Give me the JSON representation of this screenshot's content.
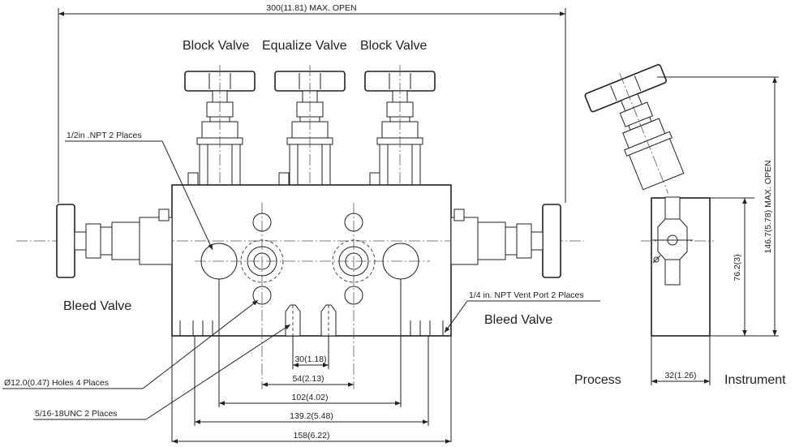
{
  "labels": {
    "block_valve_left": "Block Valve",
    "equalize_valve": "Equalize Valve",
    "block_valve_right": "Block Valve",
    "bleed_valve_left": "Bleed Valve",
    "bleed_valve_right": "Bleed Valve",
    "process": "Process",
    "instrument": "Instrument"
  },
  "callouts": {
    "npt_half": "1/2in .NPT 2 Places",
    "vent_port": "1/4 in. NPT Vent Port 2 Places",
    "holes": "Ø12.0(0.47) Holes 4 Places",
    "unc": "5/16-18UNC 2 Places"
  },
  "dimensions": {
    "max_open_width": "300(11.81) MAX. OPEN",
    "d30": "30(1.18)",
    "d54": "54(2.13)",
    "d102": "102(4.02)",
    "d139": "139.2(5.48)",
    "d158": "158(6.22)",
    "d32": "32(1.26)",
    "d76": "76.2(3)",
    "d146": "146.7(5.78) MAX. OPEN"
  }
}
